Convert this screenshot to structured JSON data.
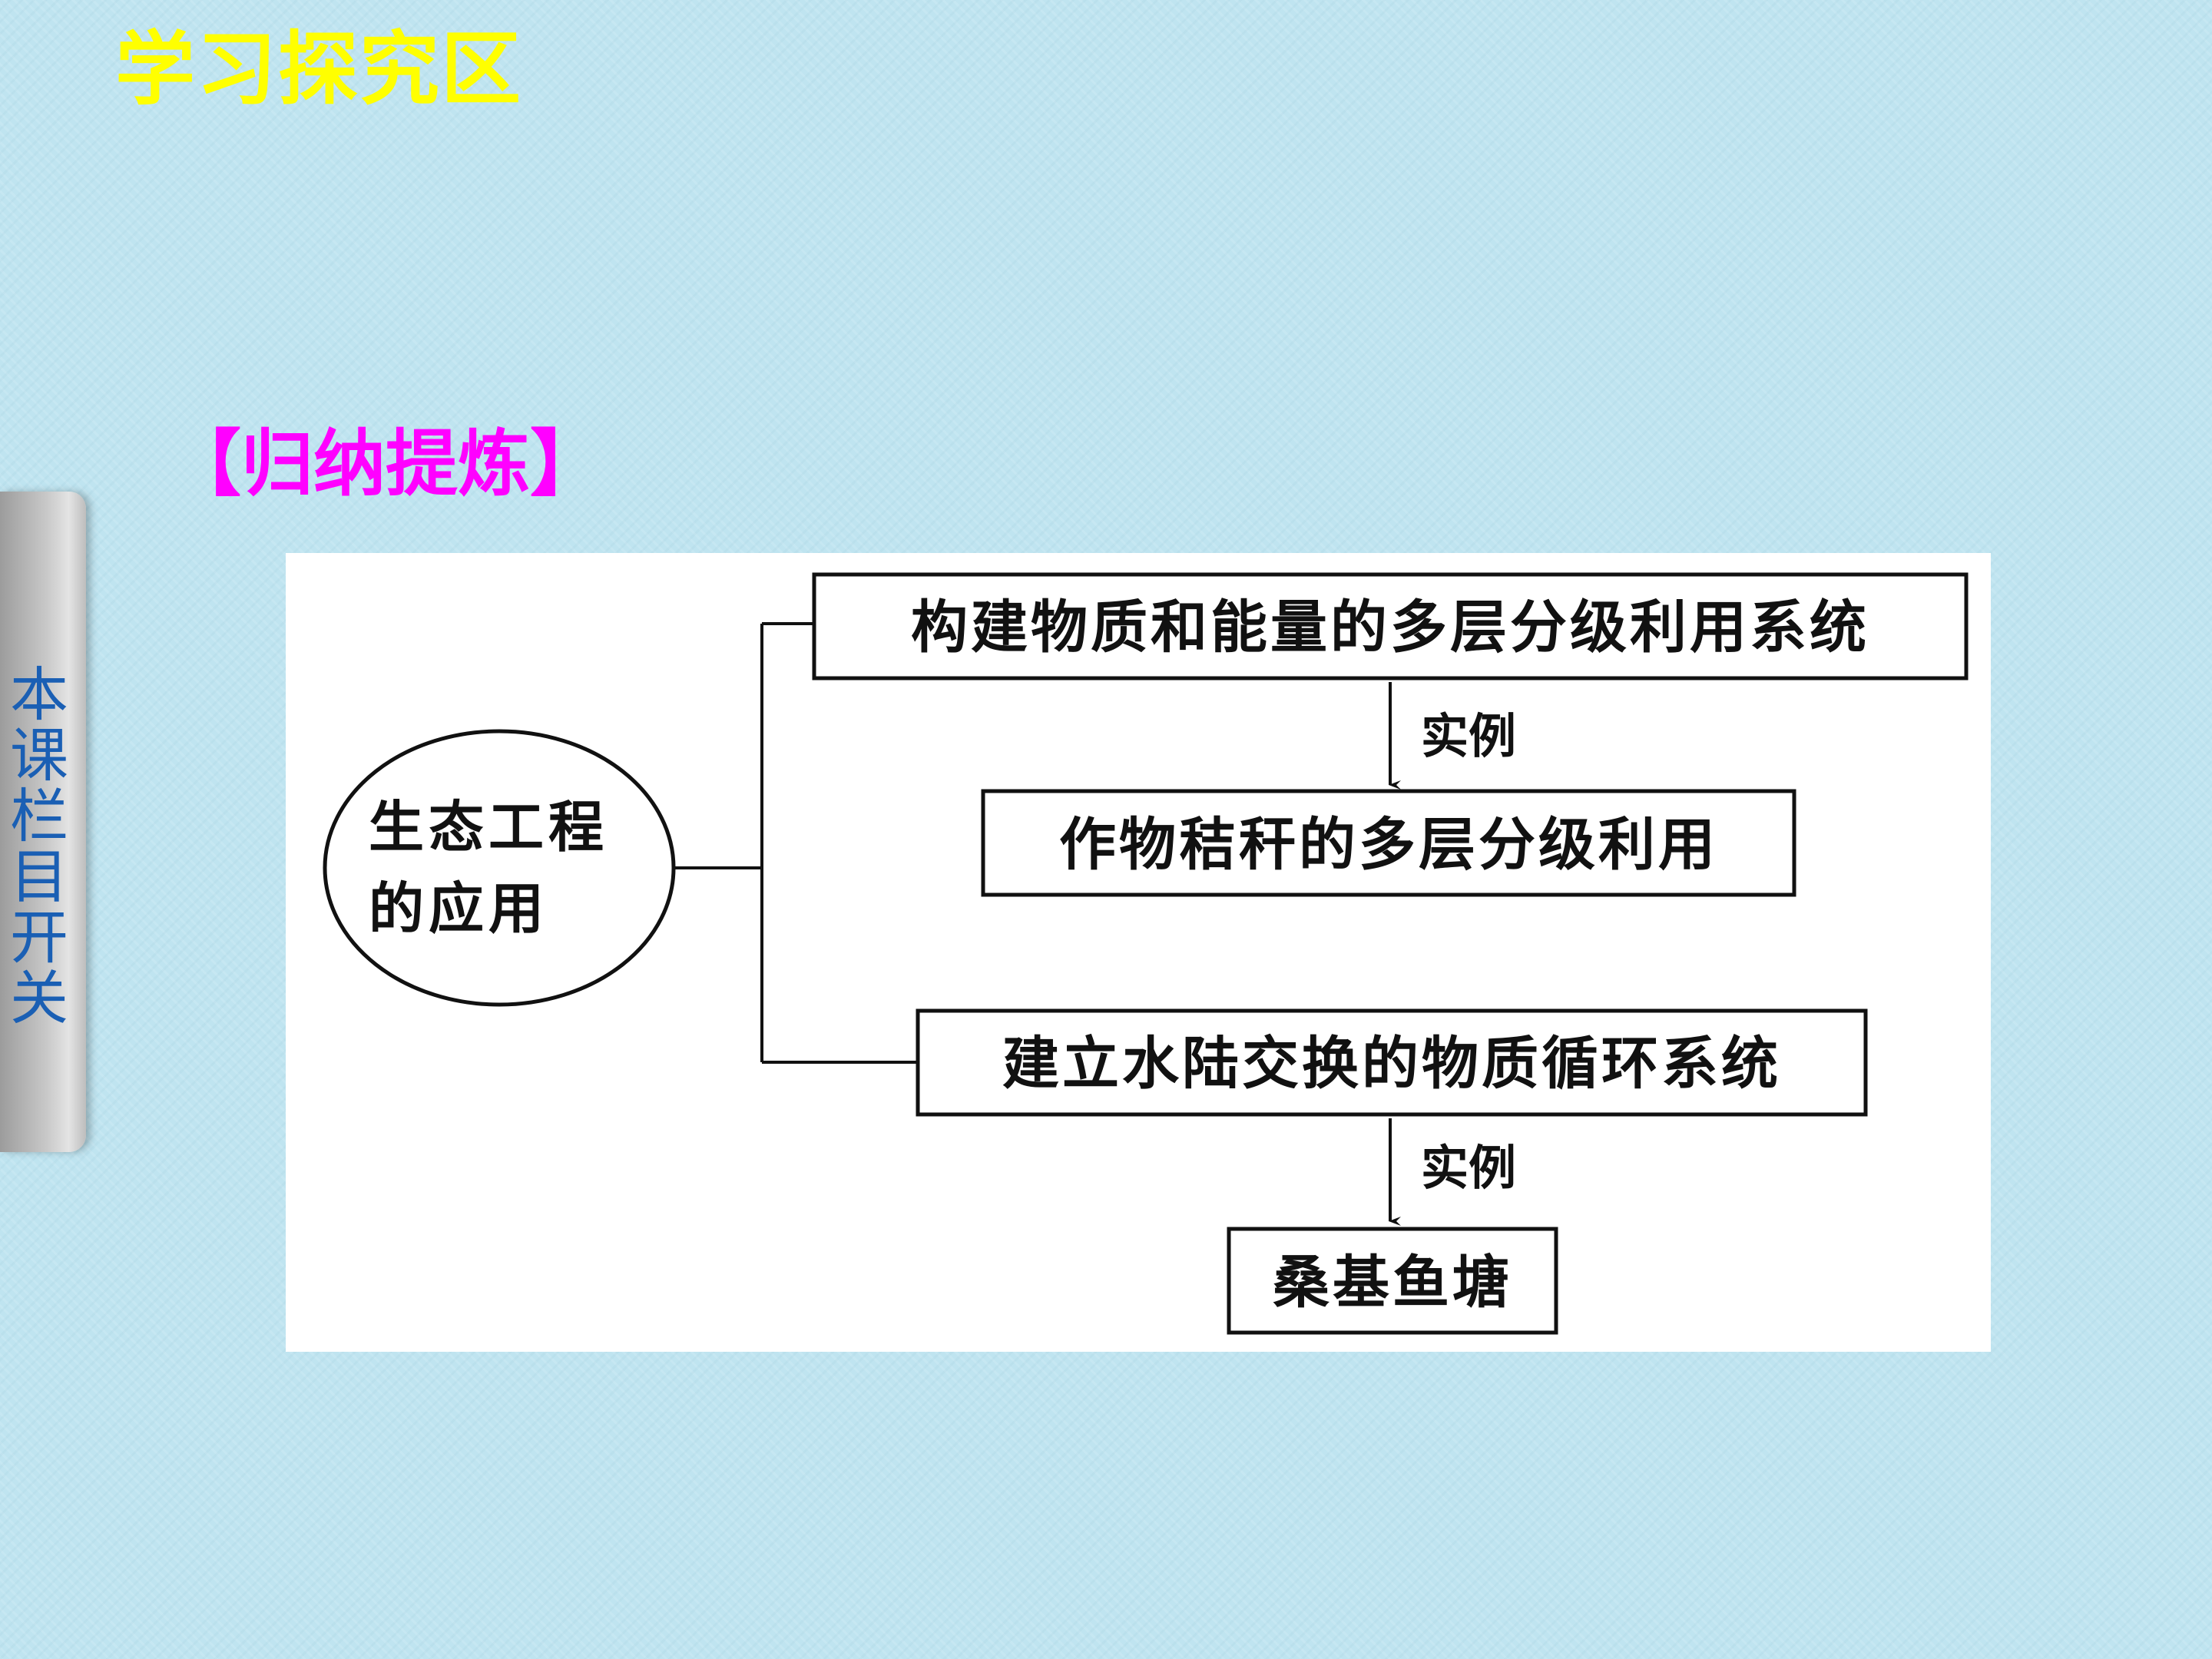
{
  "header": {
    "section_title": "学习探究区"
  },
  "side_tab": {
    "label": "本课栏目开关"
  },
  "summary": {
    "heading": "【归纳提炼】"
  },
  "diagram": {
    "center": {
      "line1": "生态工程",
      "line2": "的应用"
    },
    "branch1": {
      "system": "构建物质和能量的多层分级利用系统",
      "arrow_label": "实例",
      "example": "作物秸秆的多层分级利用"
    },
    "branch2": {
      "system": "建立水陆交换的物质循环系统",
      "arrow_label": "实例",
      "example": "桑基鱼塘"
    }
  }
}
